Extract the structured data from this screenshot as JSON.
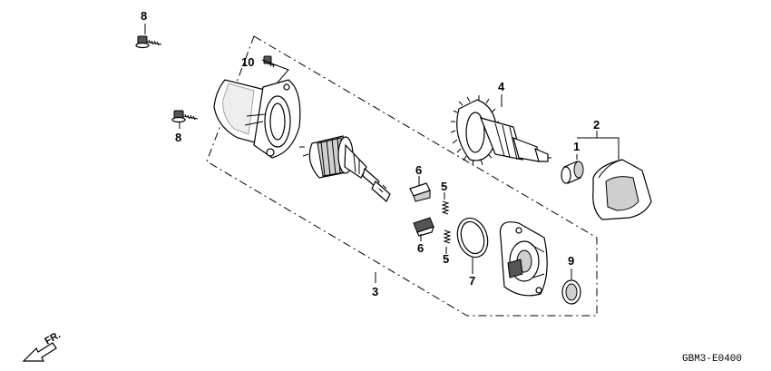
{
  "diagram_code": "GBM3-E0400",
  "direction_label": "FR.",
  "callouts": {
    "c1": "1",
    "c2": "2",
    "c3": "3",
    "c4": "4",
    "c5a": "5",
    "c5b": "5",
    "c6a": "6",
    "c6b": "6",
    "c7": "7",
    "c8a": "8",
    "c8b": "8",
    "c9": "9",
    "c10": "10"
  }
}
